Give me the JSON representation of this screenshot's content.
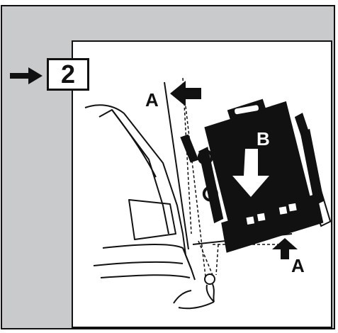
{
  "step": {
    "number": "2"
  },
  "labels": {
    "a_top": "A",
    "a_bottom": "A",
    "b": "B"
  },
  "colors": {
    "frame_background": "#c8cacc",
    "ink": "#111111",
    "panel": "#ffffff"
  },
  "icons": [
    "step-arrow-icon",
    "push-arrow-icon",
    "lift-arrow-icon",
    "down-arrow-icon"
  ]
}
